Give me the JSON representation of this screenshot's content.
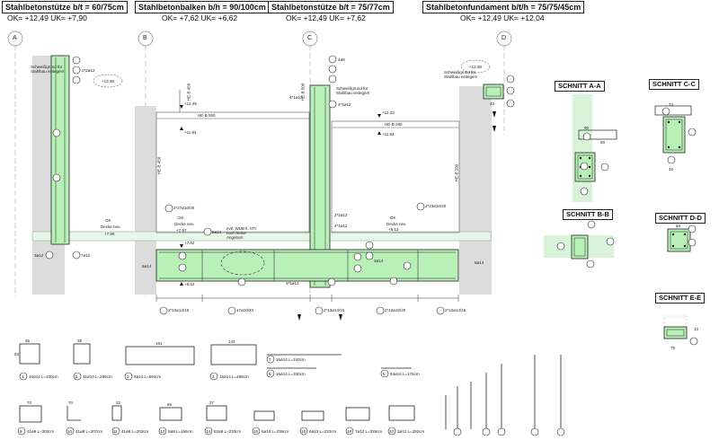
{
  "titles": {
    "t1": "Stahlbetonstütze  b/t = 60/75cm",
    "t1_sub": "OK= +12,49  UK= +7,90",
    "t2": "Stahlbetonbalken  b/h = 90/100cm",
    "t2_sub": "OK= +7,62  UK= +6,62",
    "t3": "Stahlbetonstütze  b/t = 75/77cm",
    "t3_sub": "OK= +12,49  UK= +7,62",
    "t4": "Stahlbetonfundament  b/t/h = 75/75/45cm",
    "t4_sub": "OK= +12,49  UK= +12,04"
  },
  "axes": [
    "A",
    "B",
    "C",
    "D"
  ],
  "sections": {
    "aa": "SCHNITT A-A",
    "cc": "SCHNITT C-C",
    "bb": "SCHNITT B-B",
    "dd": "SCHNITT D-D",
    "ee": "SCHNITT E-E"
  },
  "levels": {
    "l1": "+12.49",
    "l2": "+11.94",
    "l3": "+12.22",
    "l4": "+11.94",
    "l5": "+13.38",
    "l6": "+13.38",
    "l7": "+7.62",
    "l8": "+6.62",
    "l9": "+8.12",
    "l10": "+7.97",
    "l11": "+7.90"
  },
  "notes": {
    "ok1": "OK",
    "decke1": "Decke neu",
    "ok2": "OK",
    "decke2": "Decke neu",
    "ok3": "OK",
    "decke3": "Decke neu",
    "weld1": "Schweißgrund für Stahlbau einlegen!",
    "weld2": "Schweißgrund für Stahlbau einlegen!",
    "weld3": "Schweißgrund für Stahlbau einlegen!",
    "evtl": "evtl. WDB lt. HTI noch keine Angebot!"
  },
  "steel": {
    "he1": "HE-B 550",
    "he2": "HE-B 280",
    "he3": "HE-B 450",
    "he4": "HE-B 450",
    "he5": "HE-B 500",
    "he6": "HE-B 280"
  },
  "bars": {
    "b1": "2*10ø14/15",
    "b2": "17ø10/20",
    "b3": "2*13ø14/15",
    "b4": "2*12ø10/20",
    "b5": "2*10ø14/15",
    "b21": "2*27ø10/20",
    "b22": "2*23ø10/20",
    "b6": "8ø14",
    "b6b": "4*1ø12",
    "b8a": "8ø14",
    "b8b": "8ø14",
    "b19": "7ø12",
    "b3e": "3ø12",
    "b5a": "2*2ø12",
    "b5b": "4*1ø12",
    "b12": "4*1ø12",
    "b13": "4ø8",
    "b16": "2*2ø12",
    "b18": "4*1ø12",
    "b20": "3ø14"
  },
  "schedule": [
    {
      "no": "1",
      "txt": "16ø14 L=330cm"
    },
    {
      "no": "2",
      "txt": "41ø10 L=296cm"
    },
    {
      "no": "3",
      "txt": "8ø14 L=594cm"
    },
    {
      "no": "4",
      "txt": "16ø14 L=498cm"
    },
    {
      "no": "5",
      "txt": "64ø14 L=175cm"
    },
    {
      "no": "6",
      "txt": "16ø14 L=330cm"
    },
    {
      "no": "7",
      "txt": "16ø14 L=240cm"
    },
    {
      "no": "9",
      "txt": "41ø8 L=300cm"
    },
    {
      "no": "10",
      "txt": "41ø8 L=207cm"
    },
    {
      "no": "11",
      "txt": "41ø8 L=203cm"
    },
    {
      "no": "13",
      "txt": "8ø8 L=166cm"
    },
    {
      "no": "14",
      "txt": "82ø8 L=233cm"
    },
    {
      "no": "15",
      "txt": "6ø10 L=236cm"
    },
    {
      "no": "16",
      "txt": "6ø10 L=232cm"
    },
    {
      "no": "19",
      "txt": "7ø12 L=326cm"
    },
    {
      "no": "20",
      "txt": "3ø12 L=292cm"
    }
  ],
  "dims": {
    "d95": "55",
    "d93": "93",
    "d38": "38",
    "d191": "191",
    "d143": "143",
    "d70a": "70",
    "d70b": "70",
    "d22": "22",
    "d37": "37",
    "d66": "66",
    "d90": "90",
    "d60": "60",
    "d74": "74",
    "d50a": "50",
    "d45": "45",
    "d75": "75",
    "d40": "40",
    "d10": "10"
  }
}
